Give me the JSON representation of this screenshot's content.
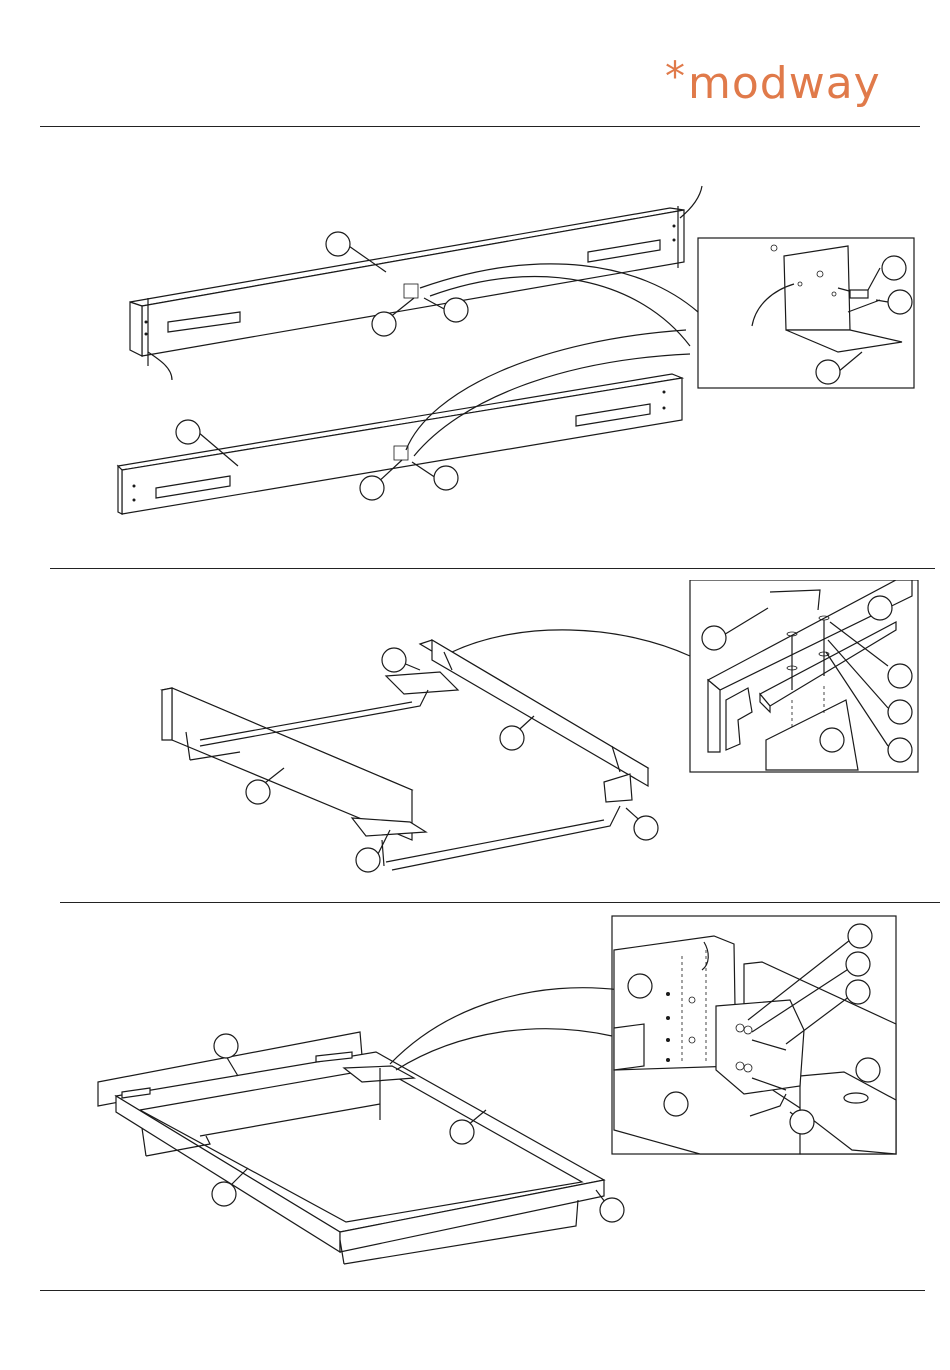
{
  "brand": {
    "logo_text": "modway",
    "logo_mark": "asterisk-icon",
    "color": "#E07A4A"
  },
  "steps": [
    {
      "id": "step-1",
      "callouts": 8,
      "has_detail_box": true
    },
    {
      "id": "step-2",
      "callouts": 10,
      "has_detail_box": true
    },
    {
      "id": "step-3",
      "callouts": 12,
      "has_detail_box": true
    }
  ]
}
